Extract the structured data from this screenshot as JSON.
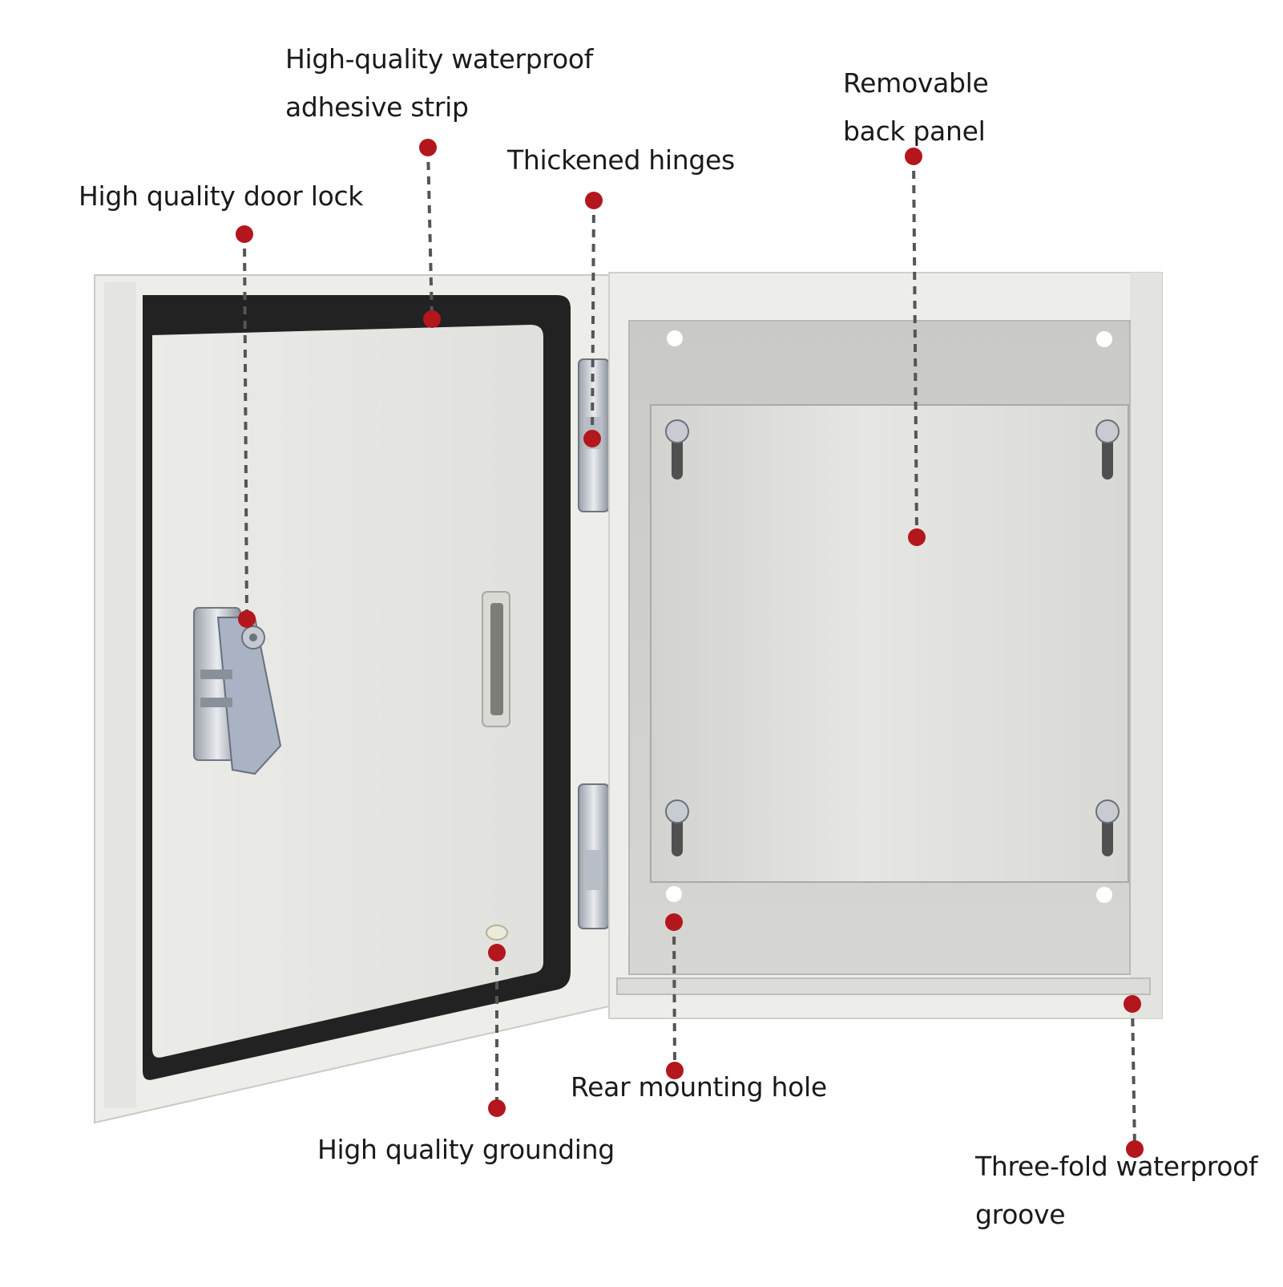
{
  "callouts": {
    "waterproof_strip": [
      "High-quality waterproof",
      "adhesive strip"
    ],
    "back_panel": [
      "Removable",
      "back panel"
    ],
    "hinges": [
      "Thickened hinges"
    ],
    "door_lock": [
      "High quality door lock"
    ],
    "rear_mounting_hole": [
      "Rear mounting hole"
    ],
    "grounding": [
      "High quality grounding"
    ],
    "waterproof_groove": [
      "Three-fold waterproof",
      "groove"
    ]
  },
  "colors": {
    "marker": "#b3161d",
    "leader_line": "#555555",
    "enclosure_body": "#e9e9e6",
    "gasket": "#1d1d1d",
    "background": "#ffffff"
  }
}
